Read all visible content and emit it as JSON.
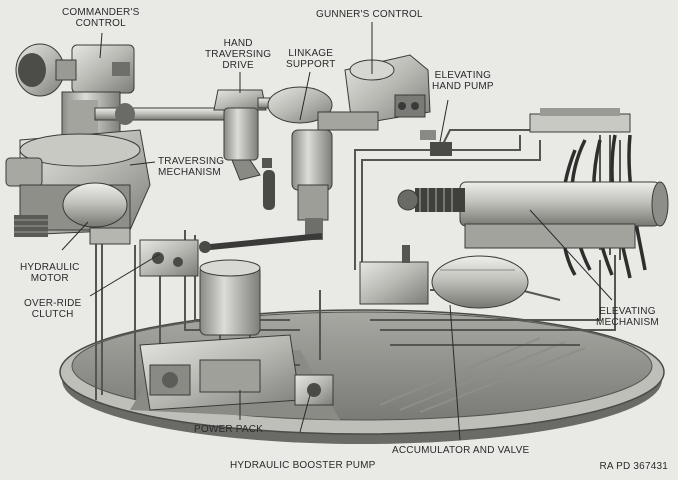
{
  "labels": {
    "commanders_control": [
      "COMMANDER'S",
      "CONTROL"
    ],
    "hand_traversing_drive": [
      "HAND",
      "TRAVERSING",
      "DRIVE"
    ],
    "linkage_support": [
      "LINKAGE",
      "SUPPORT"
    ],
    "gunners_control": [
      "GUNNER'S CONTROL"
    ],
    "elevating_hand_pump": [
      "ELEVATING",
      "HAND PUMP"
    ],
    "traversing_mechanism": [
      "TRAVERSING",
      "MECHANISM"
    ],
    "hydraulic_motor": [
      "HYDRAULIC",
      "MOTOR"
    ],
    "override_clutch": [
      "OVER-RIDE",
      "CLUTCH"
    ],
    "elevating_mechanism": [
      "ELEVATING",
      "MECHANISM"
    ],
    "power_pack": [
      "POWER PACK"
    ],
    "hydraulic_booster_pump": [
      "HYDRAULIC BOOSTER PUMP"
    ],
    "accumulator_and_valve": [
      "ACCUMULATOR AND VALVE"
    ]
  },
  "figure_ref": "RA PD 367431",
  "colors": {
    "background": "#e9e9e6",
    "metal_light": "#d2d2ce",
    "metal_mid": "#a9a9a4",
    "metal_dark": "#5c5c58",
    "line": "#3a3a38"
  }
}
